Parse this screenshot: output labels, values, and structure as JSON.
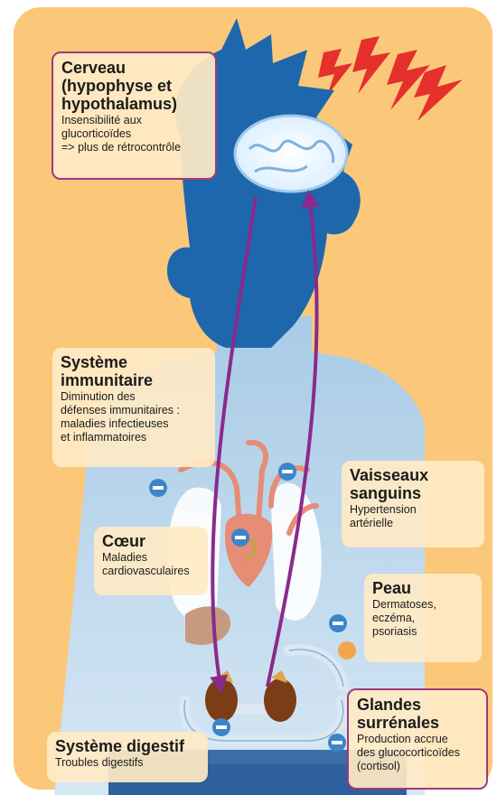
{
  "organs": {
    "cerveau": {
      "title": [
        "Cerveau",
        "(hypophyse et",
        "hypothalamus)"
      ],
      "desc": [
        "Insensibilité aux",
        "glucorticoïdes",
        "=> plus de rétrocontrôle"
      ]
    },
    "immunitaire": {
      "title": [
        "Système",
        "immunitaire"
      ],
      "desc": [
        "Diminution des",
        "défenses immunitaires :",
        "maladies infectieuses",
        "et inflammatoires"
      ]
    },
    "vaisseaux": {
      "title": [
        "Vaisseaux",
        "sanguins"
      ],
      "desc": [
        "Hypertension",
        "artérielle"
      ]
    },
    "coeur": {
      "title": [
        "Cœur"
      ],
      "desc": [
        "Maladies",
        "cardiovasculaires"
      ]
    },
    "peau": {
      "title": [
        "Peau"
      ],
      "desc": [
        "Dermatoses,",
        "eczéma,",
        "psoriasis"
      ]
    },
    "surrenales": {
      "title": [
        "Glandes",
        "surrénales"
      ],
      "desc": [
        "Production accrue",
        "des glucocorticoïdes",
        "(cortisol)"
      ]
    },
    "digestif": {
      "title": [
        "Système digestif"
      ],
      "desc": [
        "Troubles digestifs"
      ]
    }
  },
  "colors": {
    "background": "#fbc87a",
    "silhouette": "#1f67ad",
    "body_light": "#b9d6ec",
    "arrow": "#8a2a8c",
    "lightning": "#e5302c",
    "organ_pink": "#e78c75",
    "adrenal": "#7b3c16"
  }
}
